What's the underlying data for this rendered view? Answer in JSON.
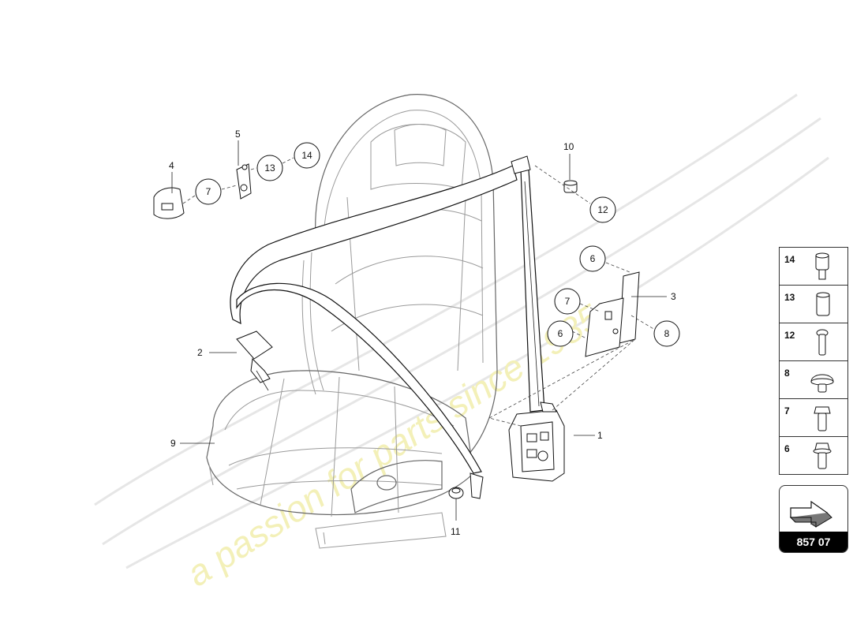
{
  "callouts": {
    "c1": "1",
    "c2": "2",
    "c3": "3",
    "c4": "4",
    "c5": "5",
    "c6a": "6",
    "c6b": "6",
    "c7a": "7",
    "c7b": "7",
    "c8": "8",
    "c9": "9",
    "c10": "10",
    "c11": "11",
    "c12": "12",
    "c13": "13",
    "c14": "14"
  },
  "legend": [
    {
      "num": "14",
      "icon": "sleeve-nut-icon"
    },
    {
      "num": "13",
      "icon": "spacer-sleeve-icon"
    },
    {
      "num": "12",
      "icon": "bolt-icon"
    },
    {
      "num": "8",
      "icon": "plug-cap-icon"
    },
    {
      "num": "7",
      "icon": "hex-bolt-icon"
    },
    {
      "num": "6",
      "icon": "flange-bolt-icon"
    }
  ],
  "nav": {
    "code": "857 07",
    "icon": "arrow-icon"
  },
  "watermark": {
    "text": "a passion for parts since 1985",
    "color": "#f3f0b8"
  }
}
